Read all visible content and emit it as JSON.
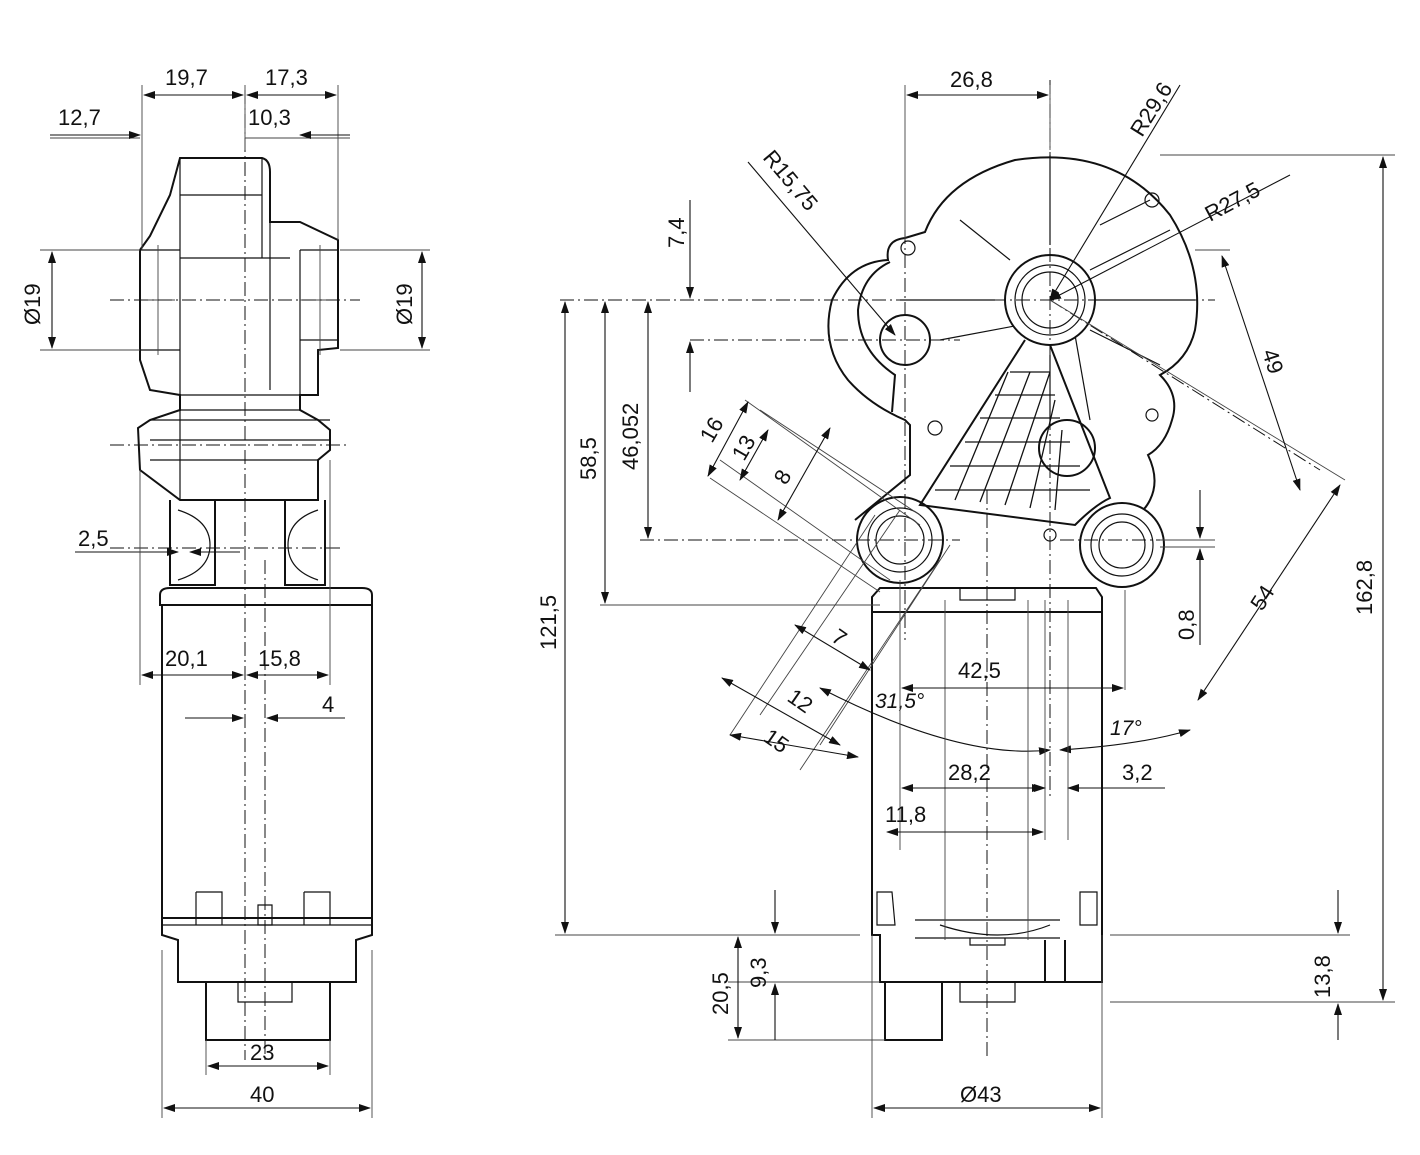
{
  "dimensions": {
    "side": {
      "w19_7": "19,7",
      "w17_3": "17,3",
      "w12_7": "12,7",
      "w10_3": "10,3",
      "d19_left": "Ø19",
      "d19_right": "Ø19",
      "w2_5": "2,5",
      "w20_1": "20,1",
      "w15_8": "15,8",
      "w4": "4",
      "w23": "23",
      "w40": "40"
    },
    "front": {
      "w26_8": "26,8",
      "r29_6": "R29,6",
      "r27_5": "R27,5",
      "r15_75": "R15,75",
      "h7_4": "7,4",
      "h58_5": "58,5",
      "h46_052": "46,052",
      "h121_5": "121,5",
      "h162_8": "162,8",
      "a49": "49",
      "a54": "54",
      "h0_8": "0,8",
      "s16": "16",
      "s13": "13",
      "s8": "8",
      "s7": "7",
      "s12": "12",
      "s15": "15",
      "ang31_5": "31,5°",
      "ang17": "17°",
      "w42_5": "42,5",
      "w28_2": "28,2",
      "w3_2": "3,2",
      "w11_8": "11,8",
      "h20_5": "20,5",
      "h9_3": "9,3",
      "h13_8": "13,8",
      "d43": "Ø43"
    }
  }
}
